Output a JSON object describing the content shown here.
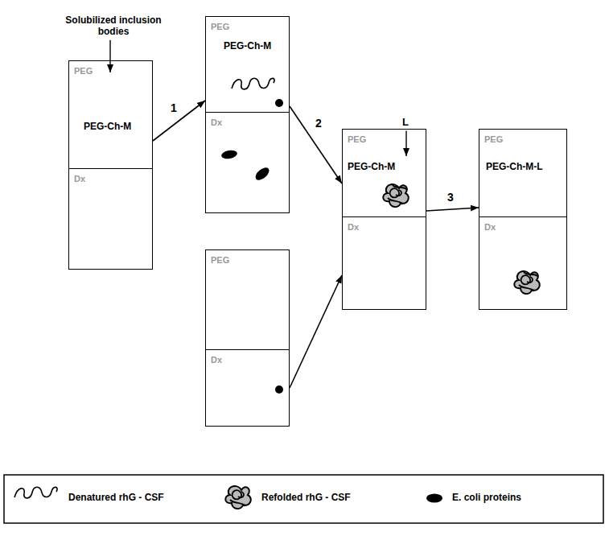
{
  "diagram": {
    "nodes": [
      {
        "text": [
          "PEG",
          "PEG-Ch-M"
        ]
      },
      {
        "text": [
          "Dx"
        ]
      },
      {
        "text": [
          "PEG",
          "PEG-Ch-M"
        ]
      },
      {
        "text": [
          "Dx"
        ]
      },
      {
        "text": [
          "PEG"
        ]
      },
      {
        "text": [
          "Dx"
        ]
      },
      {
        "text": [
          "PEG",
          "PEG-Ch-M"
        ]
      },
      {
        "text": [
          "Dx"
        ]
      },
      {
        "text": [
          "PEG",
          "PEG-Ch-M-L"
        ]
      },
      {
        "text": [
          "Dx"
        ]
      }
    ],
    "edges": [
      {
        "from": 0,
        "to": 2,
        "arrow": "to",
        "label": "1"
      },
      {
        "from": 2,
        "to": 6,
        "arrow": "to",
        "label": "2"
      },
      {
        "from": 5,
        "to": 7,
        "arrow": "to"
      },
      {
        "from": 6,
        "to": 8,
        "arrow": "to",
        "label": "3"
      }
    ],
    "labels": [
      "Solubilized inclusion bodies",
      "L"
    ],
    "legend": [
      {
        "text": "Denatured rhG - CSF"
      },
      {
        "text": "Refolded rhG - CSF"
      },
      {
        "text": "E. coli proteins"
      }
    ]
  }
}
